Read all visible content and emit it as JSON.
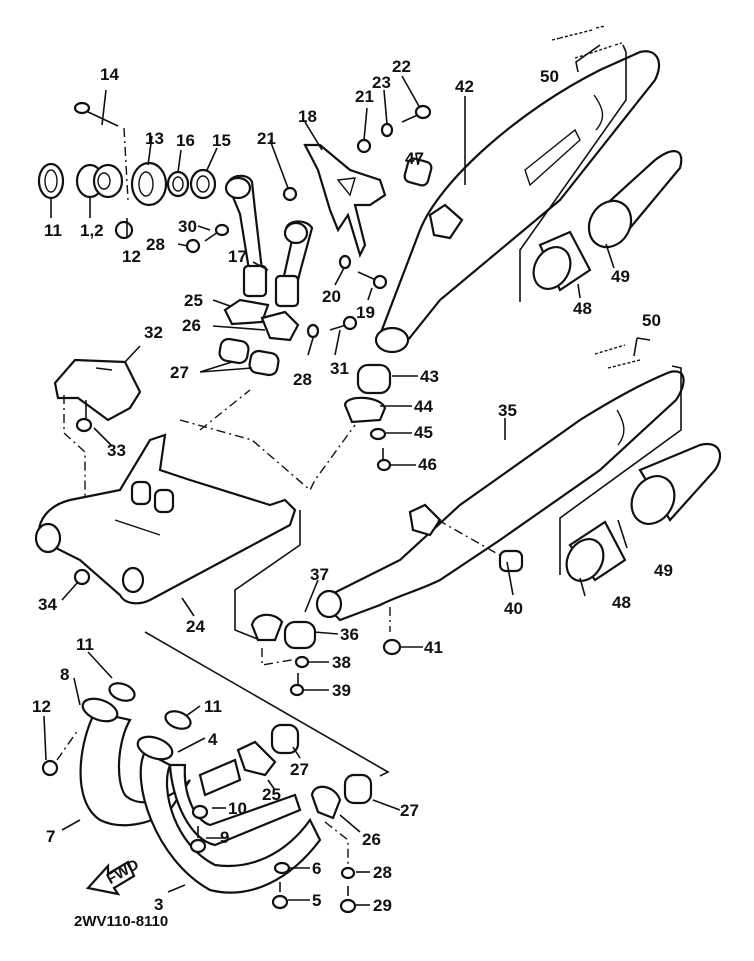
{
  "diagram": {
    "title_code": "2WV110-8110",
    "forward_marker": "FWD",
    "ink_color": "#111111",
    "background": "#ffffff",
    "callouts": [
      {
        "id": "c14",
        "label": "14"
      },
      {
        "id": "c13",
        "label": "13"
      },
      {
        "id": "c16",
        "label": "16"
      },
      {
        "id": "c15",
        "label": "15"
      },
      {
        "id": "c11a",
        "label": "11"
      },
      {
        "id": "c1_2",
        "label": "1,2"
      },
      {
        "id": "c12a",
        "label": "12"
      },
      {
        "id": "c30",
        "label": "30"
      },
      {
        "id": "c28a",
        "label": "28"
      },
      {
        "id": "c17",
        "label": "17"
      },
      {
        "id": "c21a",
        "label": "21"
      },
      {
        "id": "c21b",
        "label": "21"
      },
      {
        "id": "c18",
        "label": "18"
      },
      {
        "id": "c23",
        "label": "23"
      },
      {
        "id": "c22",
        "label": "22"
      },
      {
        "id": "c47",
        "label": "47"
      },
      {
        "id": "c42",
        "label": "42"
      },
      {
        "id": "c20",
        "label": "20"
      },
      {
        "id": "c19",
        "label": "19"
      },
      {
        "id": "c50a",
        "label": "50"
      },
      {
        "id": "c49a",
        "label": "49"
      },
      {
        "id": "c48a",
        "label": "48"
      },
      {
        "id": "c25a",
        "label": "25"
      },
      {
        "id": "c26a",
        "label": "26"
      },
      {
        "id": "c27a",
        "label": "27"
      },
      {
        "id": "c28b",
        "label": "28"
      },
      {
        "id": "c31",
        "label": "31"
      },
      {
        "id": "c43",
        "label": "43"
      },
      {
        "id": "c44",
        "label": "44"
      },
      {
        "id": "c45",
        "label": "45"
      },
      {
        "id": "c46",
        "label": "46"
      },
      {
        "id": "c32",
        "label": "32"
      },
      {
        "id": "c33",
        "label": "33"
      },
      {
        "id": "c34",
        "label": "34"
      },
      {
        "id": "c24",
        "label": "24"
      },
      {
        "id": "c35",
        "label": "35"
      },
      {
        "id": "c50b",
        "label": "50"
      },
      {
        "id": "c49b",
        "label": "49"
      },
      {
        "id": "c48b",
        "label": "48"
      },
      {
        "id": "c40",
        "label": "40"
      },
      {
        "id": "c37",
        "label": "37"
      },
      {
        "id": "c36",
        "label": "36"
      },
      {
        "id": "c41",
        "label": "41"
      },
      {
        "id": "c38",
        "label": "38"
      },
      {
        "id": "c39",
        "label": "39"
      },
      {
        "id": "c11b",
        "label": "11"
      },
      {
        "id": "c11c",
        "label": "11"
      },
      {
        "id": "c8",
        "label": "8"
      },
      {
        "id": "c12b",
        "label": "12"
      },
      {
        "id": "c4",
        "label": "4"
      },
      {
        "id": "c27b",
        "label": "27"
      },
      {
        "id": "c25b",
        "label": "25"
      },
      {
        "id": "c10",
        "label": "10"
      },
      {
        "id": "c9",
        "label": "9"
      },
      {
        "id": "c27c",
        "label": "27"
      },
      {
        "id": "c26b",
        "label": "26"
      },
      {
        "id": "c7",
        "label": "7"
      },
      {
        "id": "c6",
        "label": "6"
      },
      {
        "id": "c28c",
        "label": "28"
      },
      {
        "id": "c5",
        "label": "5"
      },
      {
        "id": "c29",
        "label": "29"
      },
      {
        "id": "c3",
        "label": "3"
      }
    ]
  }
}
